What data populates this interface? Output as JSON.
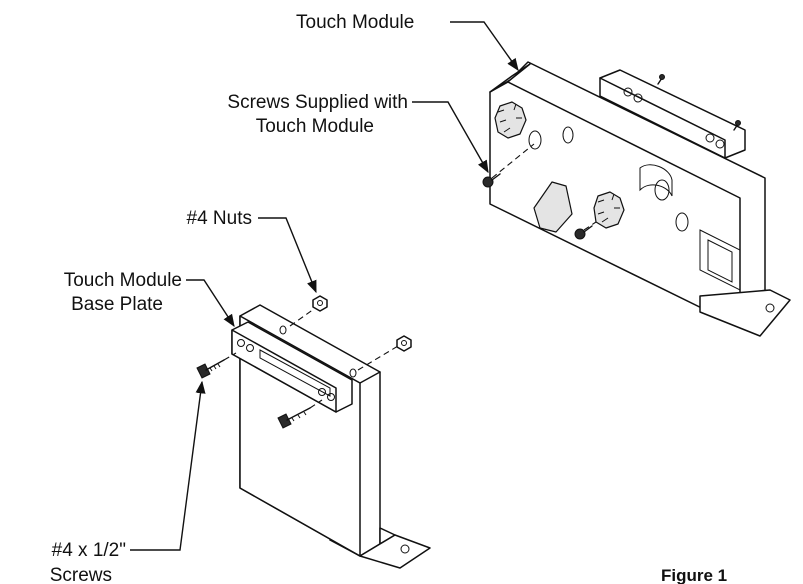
{
  "labels": {
    "touch_module": "Touch Module",
    "screws_supplied_line1": "Screws Supplied with",
    "screws_supplied_line2": "Touch Module",
    "nuts": "#4 Nuts",
    "base_plate_line1": "Touch Module",
    "base_plate_line2": "Base Plate",
    "screw_size_line1": "#4 x 1/2\"",
    "screw_size_line2": "Screws",
    "figure": "Figure 1"
  },
  "colors": {
    "ink": "#111111",
    "background": "#ffffff",
    "shade": "#e4e4e4"
  }
}
